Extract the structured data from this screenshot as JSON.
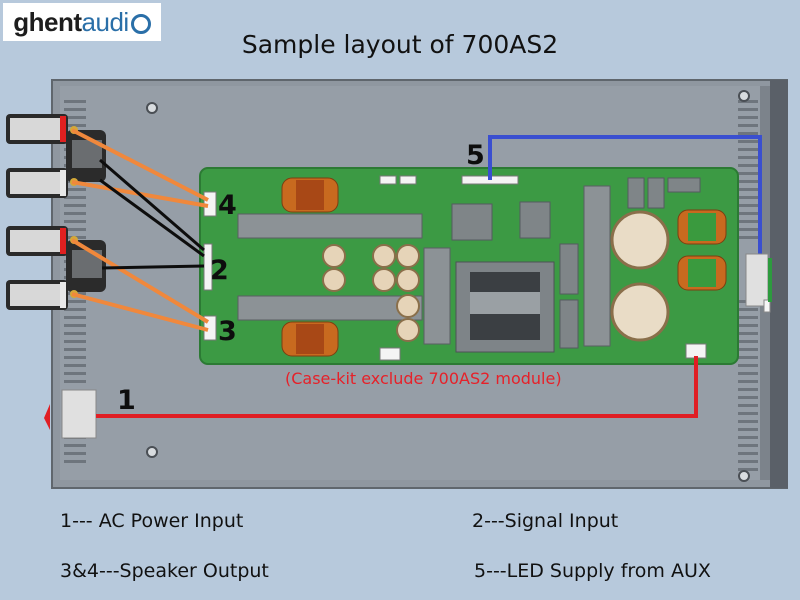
{
  "logo": {
    "part1": "ghent",
    "part2": "audi"
  },
  "title": "Sample layout of 700AS2",
  "note": "(Case-kit exclude 700AS2 module)",
  "markers": {
    "m1": "1",
    "m2": "2",
    "m3": "3",
    "m4": "4",
    "m5": "5"
  },
  "legend": {
    "item1": "1--- AC Power Input",
    "item2": "2---Signal Input",
    "item3": "3&4---Speaker Output",
    "item5": "5---LED Supply from AUX"
  },
  "wire_colors": {
    "speaker": "#f0883c",
    "signal": "#0d0d0d",
    "power": "#e01e24",
    "led": "#3a4fd0"
  },
  "board_color": "#3c9a44"
}
